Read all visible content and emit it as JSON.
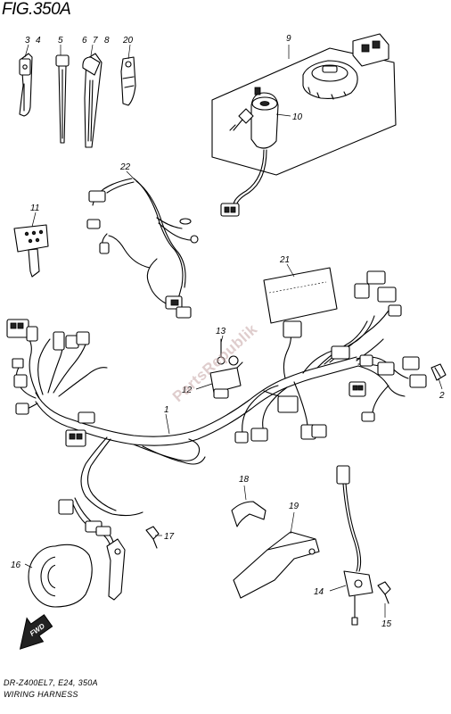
{
  "figure": {
    "title": "FIG.350A",
    "model_line": "DR-Z400EL7, E24, 350A",
    "caption": "WIRING HARNESS",
    "watermark": "PartsRepublik",
    "forward_label": "FWD"
  },
  "callouts": {
    "c1": "1",
    "c2": "2",
    "c3": "3",
    "c4": "4",
    "c5": "5",
    "c6": "6",
    "c7": "7",
    "c8": "8",
    "c9": "9",
    "c10": "10",
    "c11": "11",
    "c12": "12",
    "c13": "13",
    "c14": "14",
    "c15": "15",
    "c16": "16",
    "c17": "17",
    "c18": "18",
    "c19": "19",
    "c20": "20",
    "c21": "21",
    "c22": "22"
  }
}
